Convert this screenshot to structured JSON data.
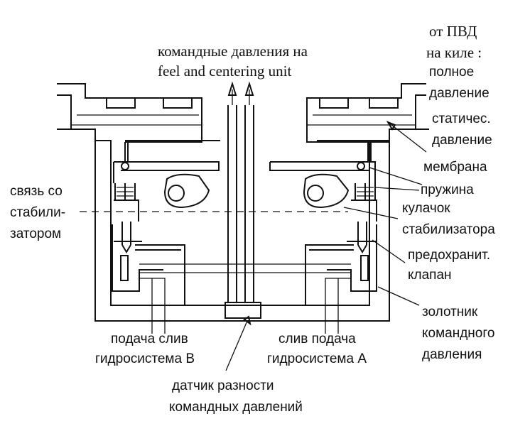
{
  "labels": {
    "top_center_line1": "командные давления на",
    "top_center_line2": "feel and centering unit",
    "pvd_line1": "от ПВД",
    "pvd_line2": "на киле :",
    "full_pressure_line1": "полное",
    "full_pressure_line2": "давление",
    "static_pressure_line1": "статичес.",
    "static_pressure_line2": "давление",
    "membrane": "мембрана",
    "spring": "пружина",
    "cam_line1": "кулачок",
    "cam_line2": "стабилизатора",
    "safety_valve_line1": "предохранит.",
    "safety_valve_line2": "клапан",
    "spool_line1": "золотник",
    "spool_line2": "командного",
    "spool_line3": "давления",
    "stabilizer_link_line1": "связь со",
    "stabilizer_link_line2": "стабили-",
    "stabilizer_link_line3": "затором",
    "supply_drain_b_line1": "подача слив",
    "supply_drain_b_line2": "гидросистема В",
    "drain_supply_a_line1": "слив подача",
    "drain_supply_a_line2": "гидросистема А",
    "sensor_line1": "датчик разности",
    "sensor_line2": "командных давлений"
  },
  "colors": {
    "line": "#111111",
    "background": "#ffffff"
  }
}
